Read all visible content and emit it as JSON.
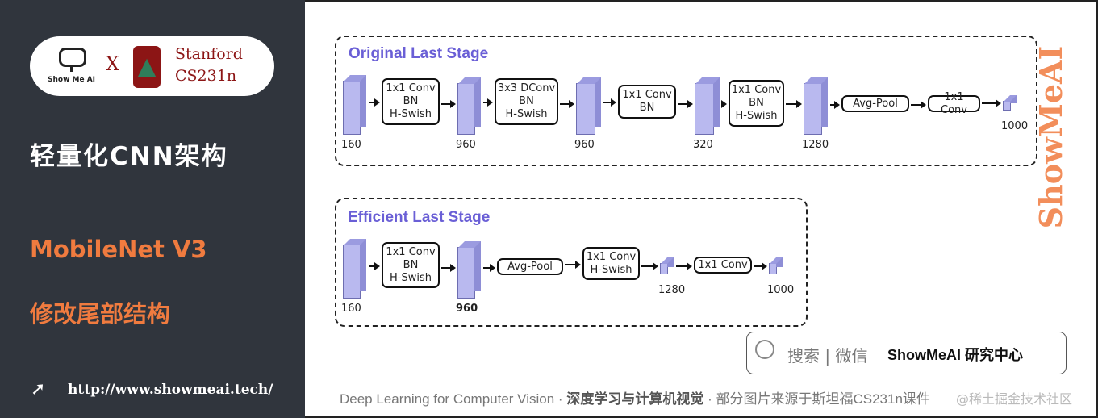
{
  "sidebar": {
    "logo": {
      "showmeai": "Show Me AI",
      "x": "X",
      "stanford": "Stanford",
      "course": "CS231n"
    },
    "title": "轻量化CNN架构",
    "subtitle": "MobileNet V3",
    "subtitle2": "修改尾部结构",
    "url": "http://www.showmeai.tech/"
  },
  "diagram": {
    "original": {
      "title": "Original Last Stage",
      "blocks": [
        "1x1 Conv\nBN\nH-Swish",
        "3x3 DConv\nBN\nH-Swish",
        "1x1 Conv\nBN",
        "1x1 Conv\nBN\nH-Swish",
        "Avg-Pool",
        "1x1 Conv"
      ],
      "sizes": [
        "160",
        "960",
        "960",
        "320",
        "1280",
        "1000"
      ]
    },
    "efficient": {
      "title": "Efficient Last Stage",
      "blocks": [
        "1x1 Conv\nBN\nH-Swish",
        "Avg-Pool",
        "1x1 Conv\nH-Swish",
        "1x1 Conv"
      ],
      "sizes": [
        "160",
        "960",
        "1280",
        "1000"
      ]
    },
    "prism_color": "#b9b9ef"
  },
  "search_box": {
    "label": "搜索 | 微信",
    "brand": "ShowMeAI 研究中心"
  },
  "footer": {
    "en": "Deep Learning for Computer Vision",
    "sep": "·",
    "cn": "深度学习与计算机视觉",
    "source": "部分图片来源于斯坦福CS231n课件"
  },
  "watermark": {
    "vertical": "ShowMeAI",
    "corner": "@稀土掘金技术社区"
  },
  "colors": {
    "accent": "#f07b3f",
    "sidebar_bg": "#30353d",
    "stanford": "#8c1515",
    "title_blue": "#6a5fd6"
  }
}
